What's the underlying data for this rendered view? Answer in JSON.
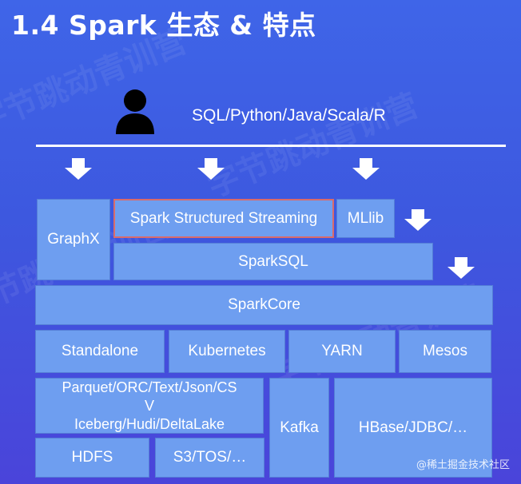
{
  "title": "1.4  Spark 生态 & 特点",
  "languages": "SQL/Python/Java/Scala/R",
  "watermark": "字节跳动青训营",
  "credit": "@稀土掘金技术社区",
  "colors": {
    "box_fill": "#6e9ef0",
    "highlight_border": "#d96b6b",
    "background_top": "#3f65e8",
    "background_bottom": "#4a44da"
  },
  "icons": {
    "user": "person-silhouette-icon",
    "arrow": "arrow-down-icon"
  },
  "stack": {
    "graphx": "GraphX",
    "structured_streaming": "Spark Structured Streaming",
    "mllib": "MLlib",
    "sparksql": "SparkSQL",
    "sparkcore": "SparkCore",
    "cluster_managers": [
      "Standalone",
      "Kubernetes",
      "YARN",
      "Mesos"
    ],
    "formats_line1": "Parquet/ORC/Text/Json/CS",
    "formats_line2": "V",
    "formats_line3": "Iceberg/Hudi/DeltaLake",
    "kafka": "Kafka",
    "hbase": "HBase/JDBC/…",
    "hdfs": "HDFS",
    "s3": "S3/TOS/…"
  }
}
